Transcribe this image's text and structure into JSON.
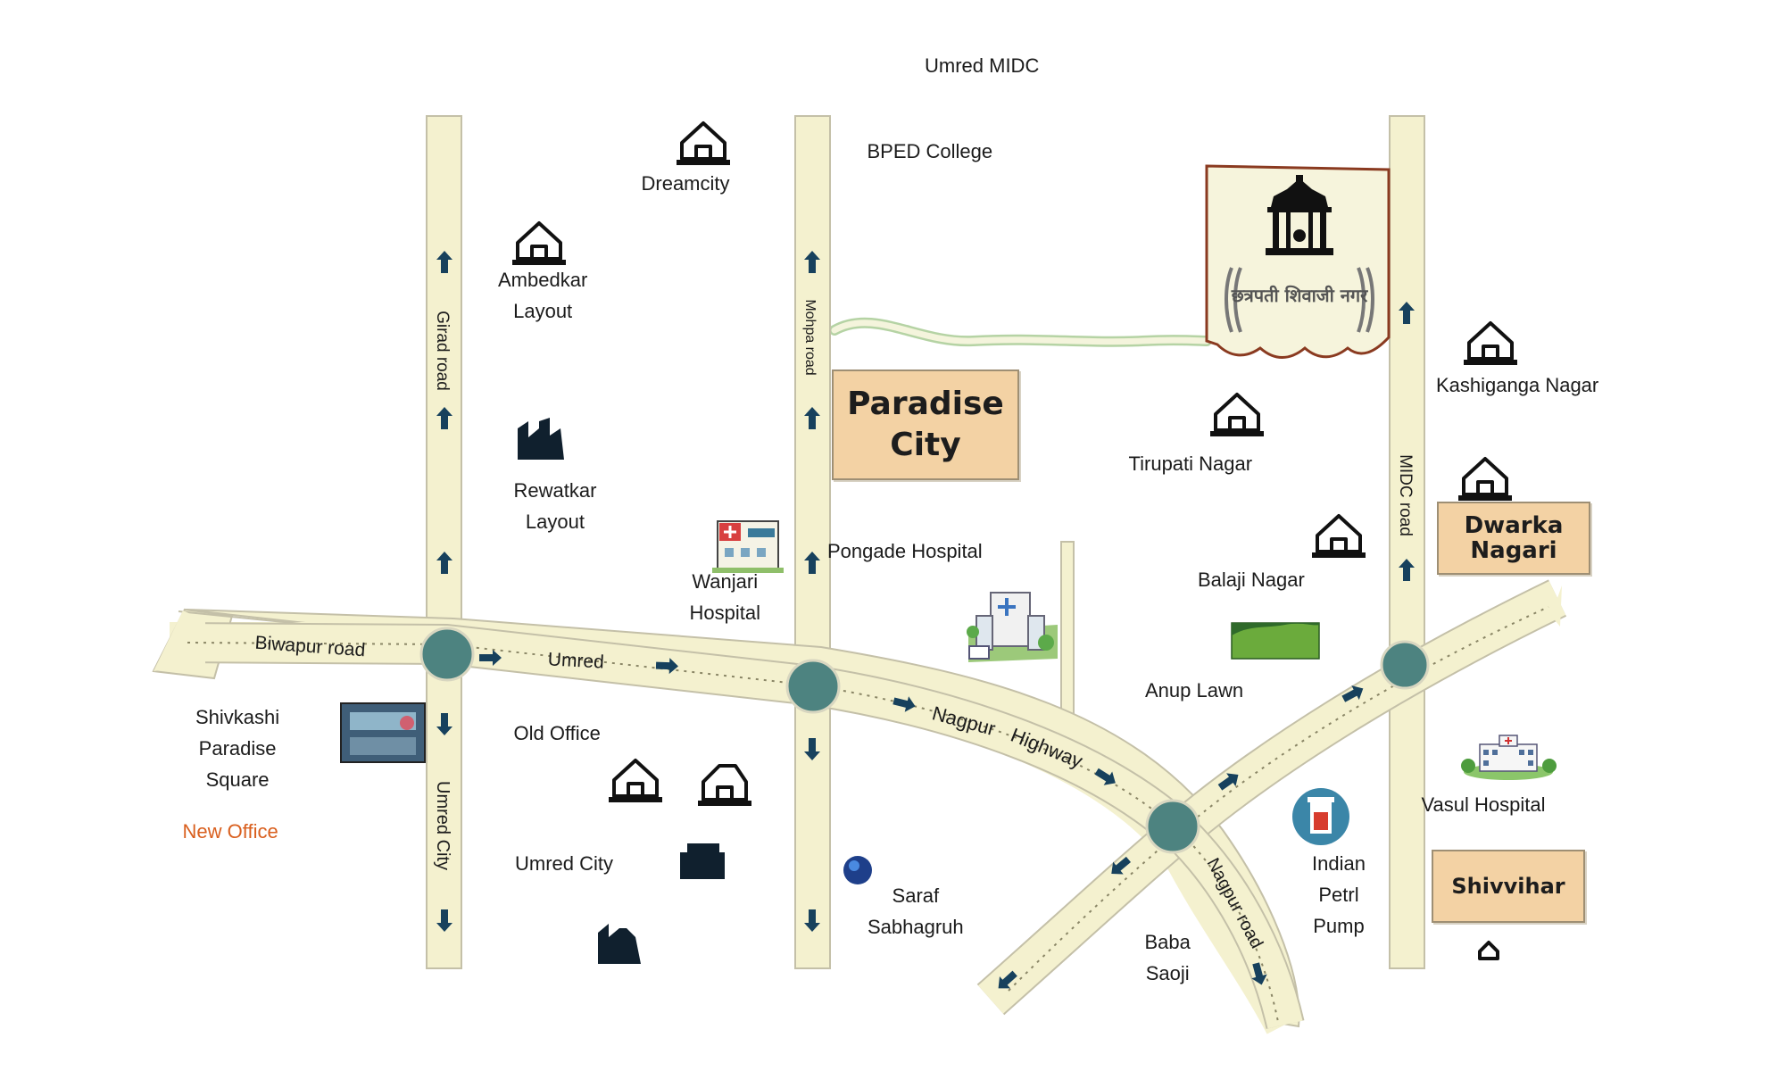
{
  "colors": {
    "road_fill": "#f4f1cf",
    "road_edge": "#c4c0a8",
    "roundabout": "#4d8380",
    "arrow": "#17415d",
    "box_fill": "#f3d2a4",
    "accent_orange": "#d95f1e"
  },
  "roads": {
    "biwapur": "Biwapur road",
    "umred": "Umred",
    "nagpur_highway_1": "Nagpur",
    "nagpur_highway_2": "Highway",
    "girad": "Girad road",
    "umred_city_road": "Umred City",
    "mohpa": "Mohpa road",
    "midc": "MIDC road",
    "nagpur_road": "Nagpur road"
  },
  "places": {
    "umred_midc": "Umred MIDC",
    "bped_college": "BPED College",
    "dreamcity": "Dreamcity",
    "ambedkar": [
      "Ambedkar",
      "Layout"
    ],
    "rewatkar": [
      "Rewatkar",
      "Layout"
    ],
    "wanjari": [
      "Wanjari",
      "Hospital"
    ],
    "pongade": "Pongade Hospital",
    "tirupati": "Tirupati Nagar",
    "kashiganga": "Kashiganga Nagar",
    "balaji": "Balaji Nagar",
    "anup_lawn": "Anup Lawn",
    "shivkashi": [
      "Shivkashi",
      "Paradise",
      "Square"
    ],
    "new_office": "New Office",
    "old_office": "Old Office",
    "umred_city": "Umred City",
    "saraf": [
      "Saraf",
      "Sabhagruh"
    ],
    "baba_saoji": [
      "Baba",
      "Saoji"
    ],
    "indian_petrol": [
      "Indian",
      "Petrl",
      "Pump"
    ],
    "vasul": "Vasul Hospital"
  },
  "boxes": {
    "paradise_city": [
      "Paradise",
      "City"
    ],
    "dwarka": [
      "Dwarka",
      "Nagari"
    ],
    "shivvihar": "Shivvihar"
  },
  "logo": {
    "name": "छत्रपती शिवाजी नगर"
  },
  "icons": {
    "house": "house-icon",
    "factory": "factory-icon",
    "hospital": "hospital-icon",
    "lawn": "lawn-icon",
    "petrol": "petrol-pump-icon",
    "location": "location-dot-icon",
    "temple": "chhatri-icon"
  }
}
